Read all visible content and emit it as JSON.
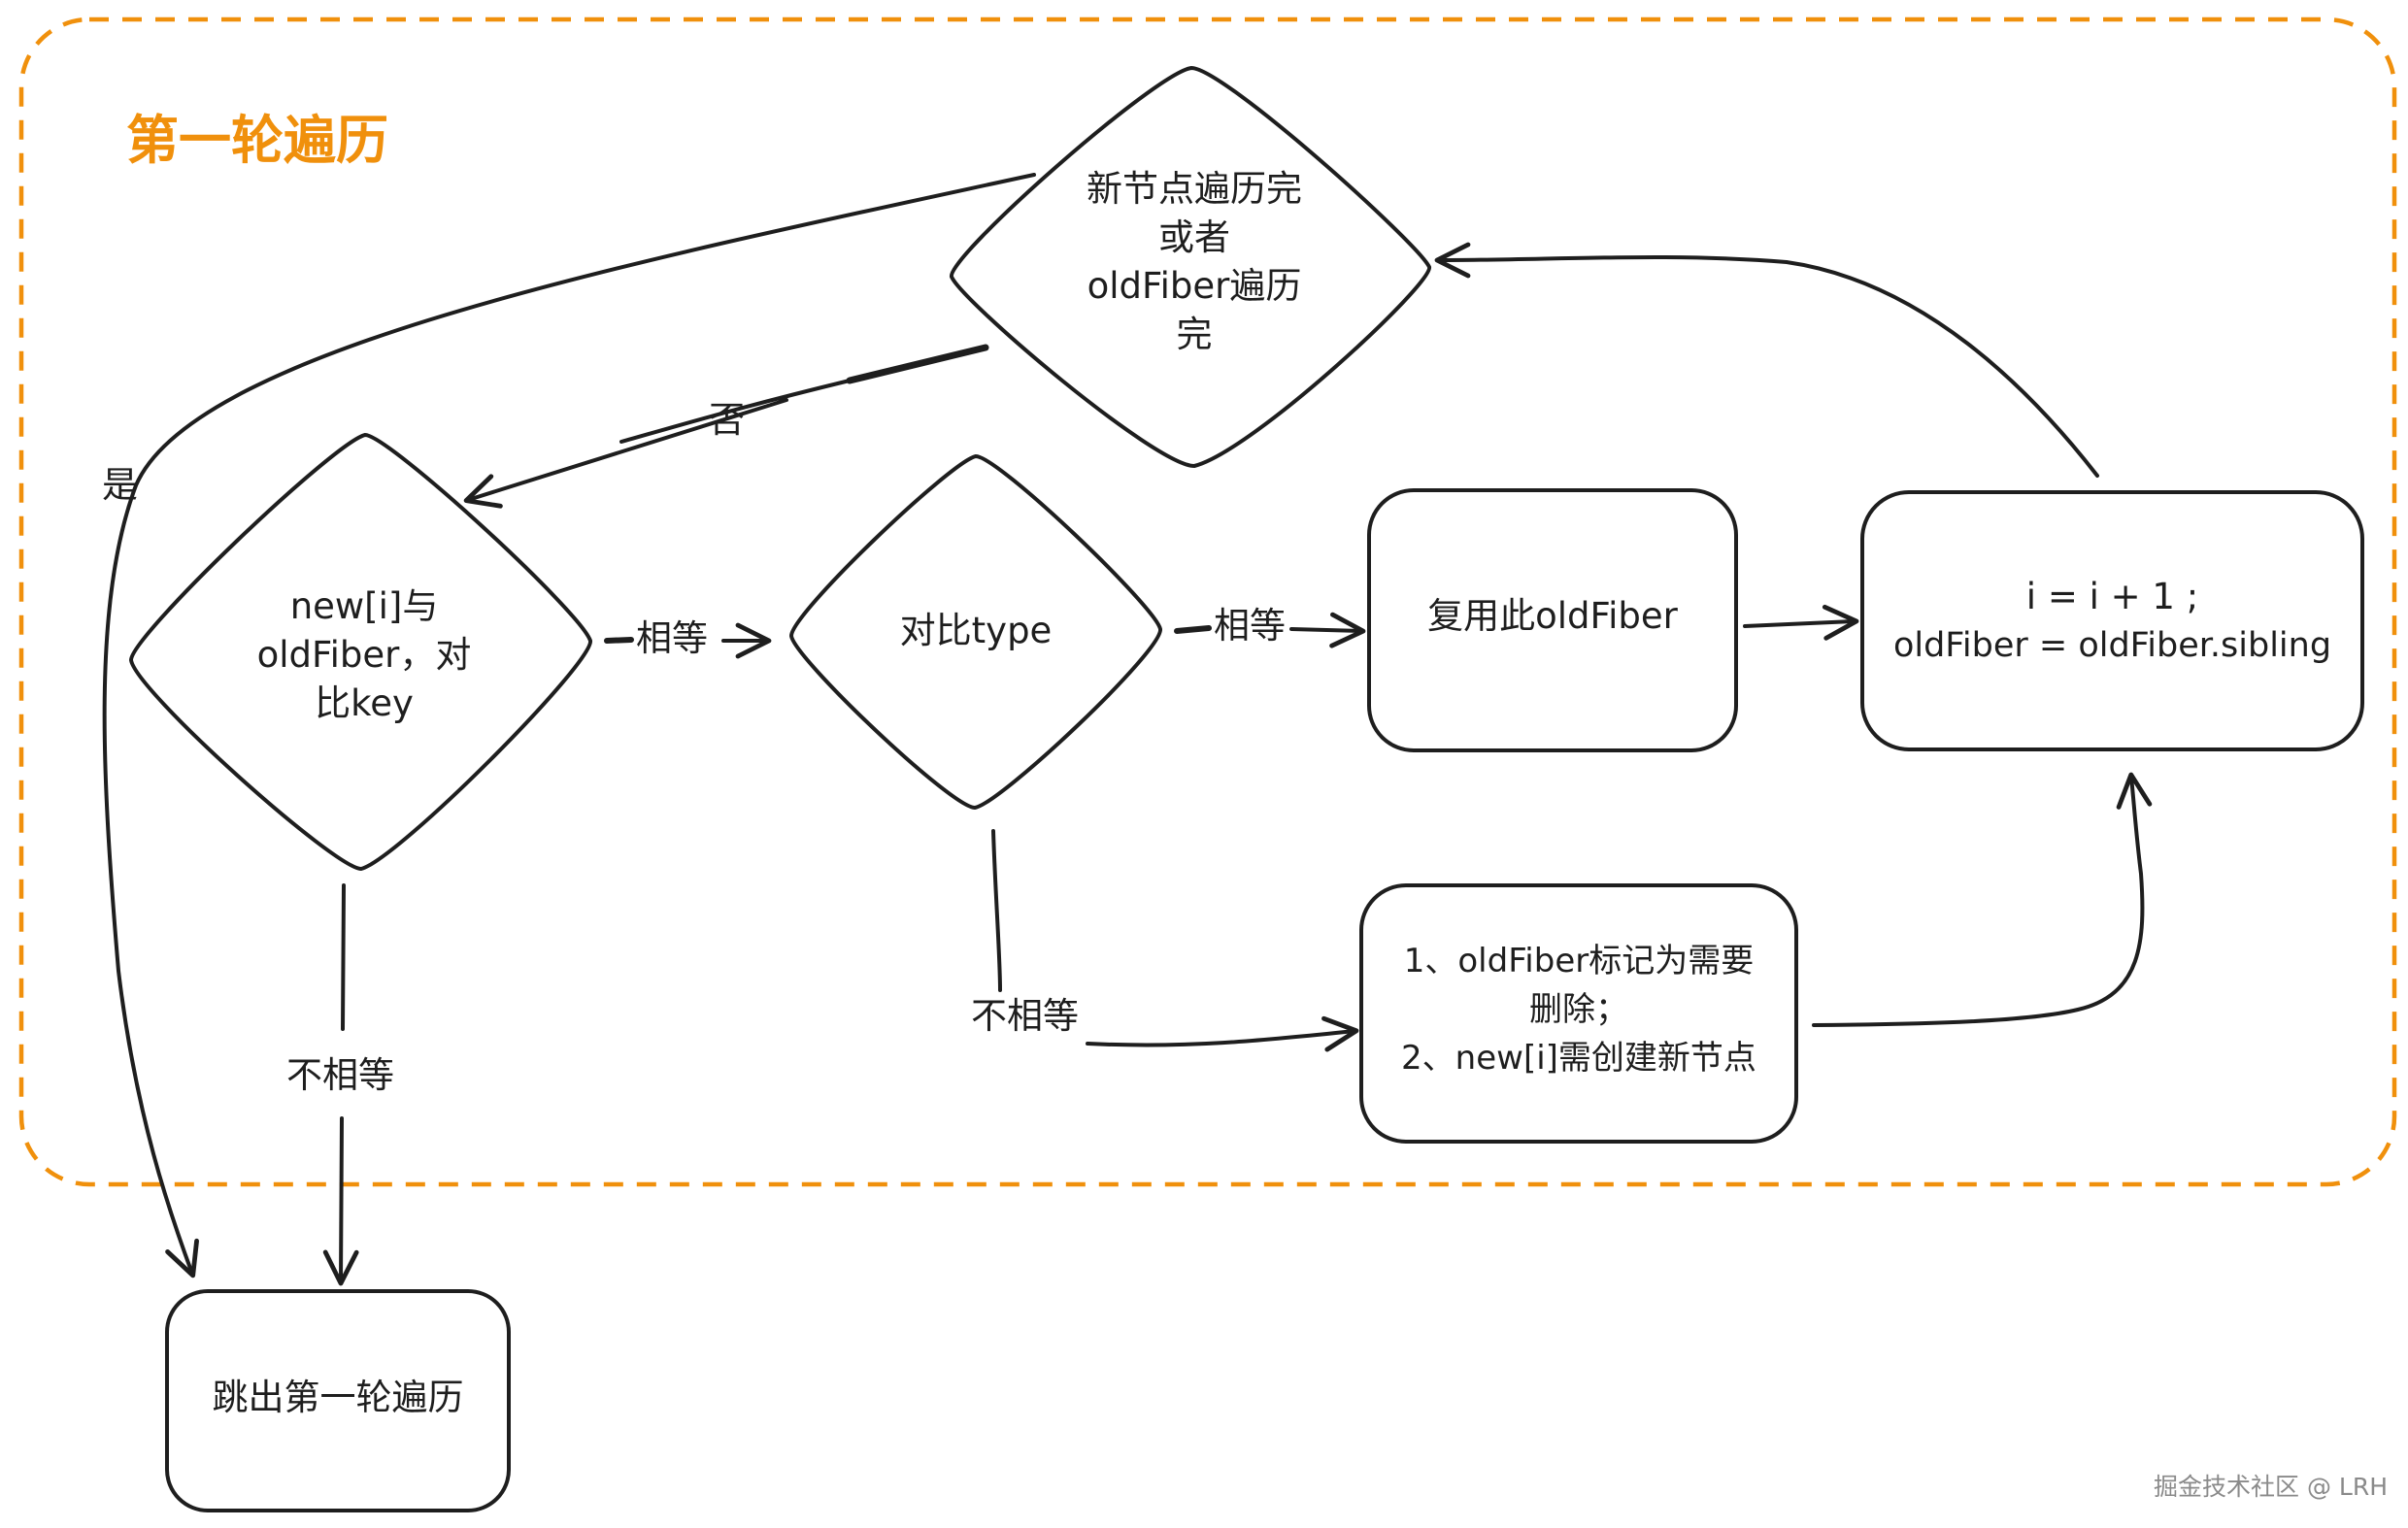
{
  "region": {
    "title": "第一轮遍历",
    "border_color": "#f0900c"
  },
  "nodes": {
    "loop_check": {
      "shape": "diamond",
      "lines": [
        "新节点遍历完",
        "或者",
        "oldFiber遍历",
        "完"
      ]
    },
    "compare_key": {
      "shape": "diamond",
      "lines": [
        "new[i]与",
        "oldFiber，对",
        "比key"
      ]
    },
    "compare_type": {
      "shape": "diamond",
      "lines": [
        "对比type"
      ]
    },
    "reuse": {
      "shape": "rounded-rect",
      "lines": [
        "复用此oldFiber"
      ]
    },
    "advance": {
      "shape": "rounded-rect",
      "lines": [
        "i = i + 1 ;",
        "oldFiber = oldFiber.sibling"
      ]
    },
    "delete_create": {
      "shape": "rounded-rect",
      "lines": [
        "1、oldFiber标记为需要",
        "删除；",
        "2、new[i]需创建新节点"
      ]
    },
    "exit": {
      "shape": "rounded-rect",
      "lines": [
        "跳出第一轮遍历"
      ]
    }
  },
  "edges": {
    "no": "否",
    "yes": "是",
    "key_equal": "相等",
    "type_equal": "相等",
    "key_not_equal": "不相等",
    "type_not_equal": "不相等"
  },
  "watermark": "掘金技术社区 @ LRH",
  "colors": {
    "stroke": "#1e1e1e",
    "accent": "#f0900c",
    "watermark": "#8a8a8a"
  }
}
